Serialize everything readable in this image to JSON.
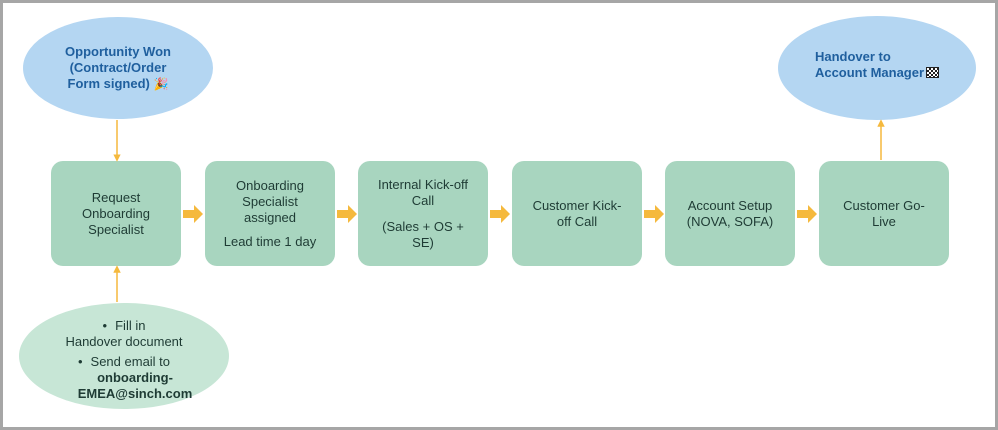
{
  "nodes": {
    "opportunity_won": {
      "line1": "Opportunity Won",
      "line2": "(Contract/Order",
      "line3": "Form signed)",
      "emoji": "🎉"
    },
    "handover_am": {
      "line1": "Handover to",
      "line2": "Account Manager",
      "icon": "checkered-flag-icon"
    },
    "handover_doc": {
      "bullet": "•",
      "item1_line1": "Fill in",
      "item1_line2": "Handover document",
      "item2_line1": "Send email to",
      "item2_bold1": "onboarding-",
      "item2_bold2": "EMEA@sinch.com"
    },
    "steps": [
      {
        "line1": "Request",
        "line2": "Onboarding",
        "line3": "Specialist"
      },
      {
        "line1": "Onboarding",
        "line2": "Specialist",
        "line3": "assigned",
        "sub": "Lead time 1 day"
      },
      {
        "line1": "Internal Kick-off",
        "line2": "Call",
        "sub": "(Sales + OS + SE)"
      },
      {
        "line1": "Customer Kick-",
        "line2": "off Call"
      },
      {
        "line1": "Account Setup",
        "line2": "(NOVA, SOFA)"
      },
      {
        "line1": "Customer Go-",
        "line2": "Live"
      }
    ]
  },
  "colors": {
    "step_fill": "#a8d5bf",
    "blue_ellipse": "#b4d6f2",
    "blue_text": "#1f5f9e",
    "green_ellipse": "#c7e6d6",
    "arrow": "#f5b93d"
  }
}
